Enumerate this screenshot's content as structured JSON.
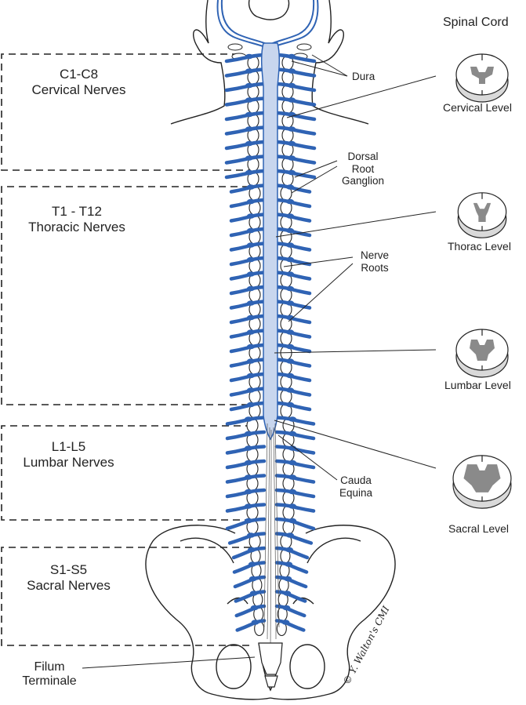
{
  "cord_title": "Spinal Cord",
  "regions": [
    {
      "code": "C1-C8",
      "name": "Cervical Nerves"
    },
    {
      "code": "T1 - T12",
      "name": "Thoracic Nerves"
    },
    {
      "code": "L1-L5",
      "name": "Lumbar Nerves"
    },
    {
      "code": "S1-S5",
      "name": "Sacral Nerves"
    }
  ],
  "callouts": {
    "dura": "Dura",
    "drg": [
      "Dorsal",
      "Root",
      "Ganglion"
    ],
    "nerve_roots": [
      "Nerve",
      "Roots"
    ],
    "cauda_equina": [
      "Cauda",
      "Equina"
    ],
    "filum_terminale": [
      "Filum",
      "Terminale"
    ]
  },
  "levels": [
    "Cervical Level",
    "Thorac Level",
    "Lumbar Level",
    "Sacral Level"
  ],
  "signature": "© Y. Walton's CMI",
  "colors": {
    "nerve": "#2f63b4",
    "cord": "#c8d6ee",
    "gray_matter": "#8a8a8a",
    "outline": "#222222"
  }
}
